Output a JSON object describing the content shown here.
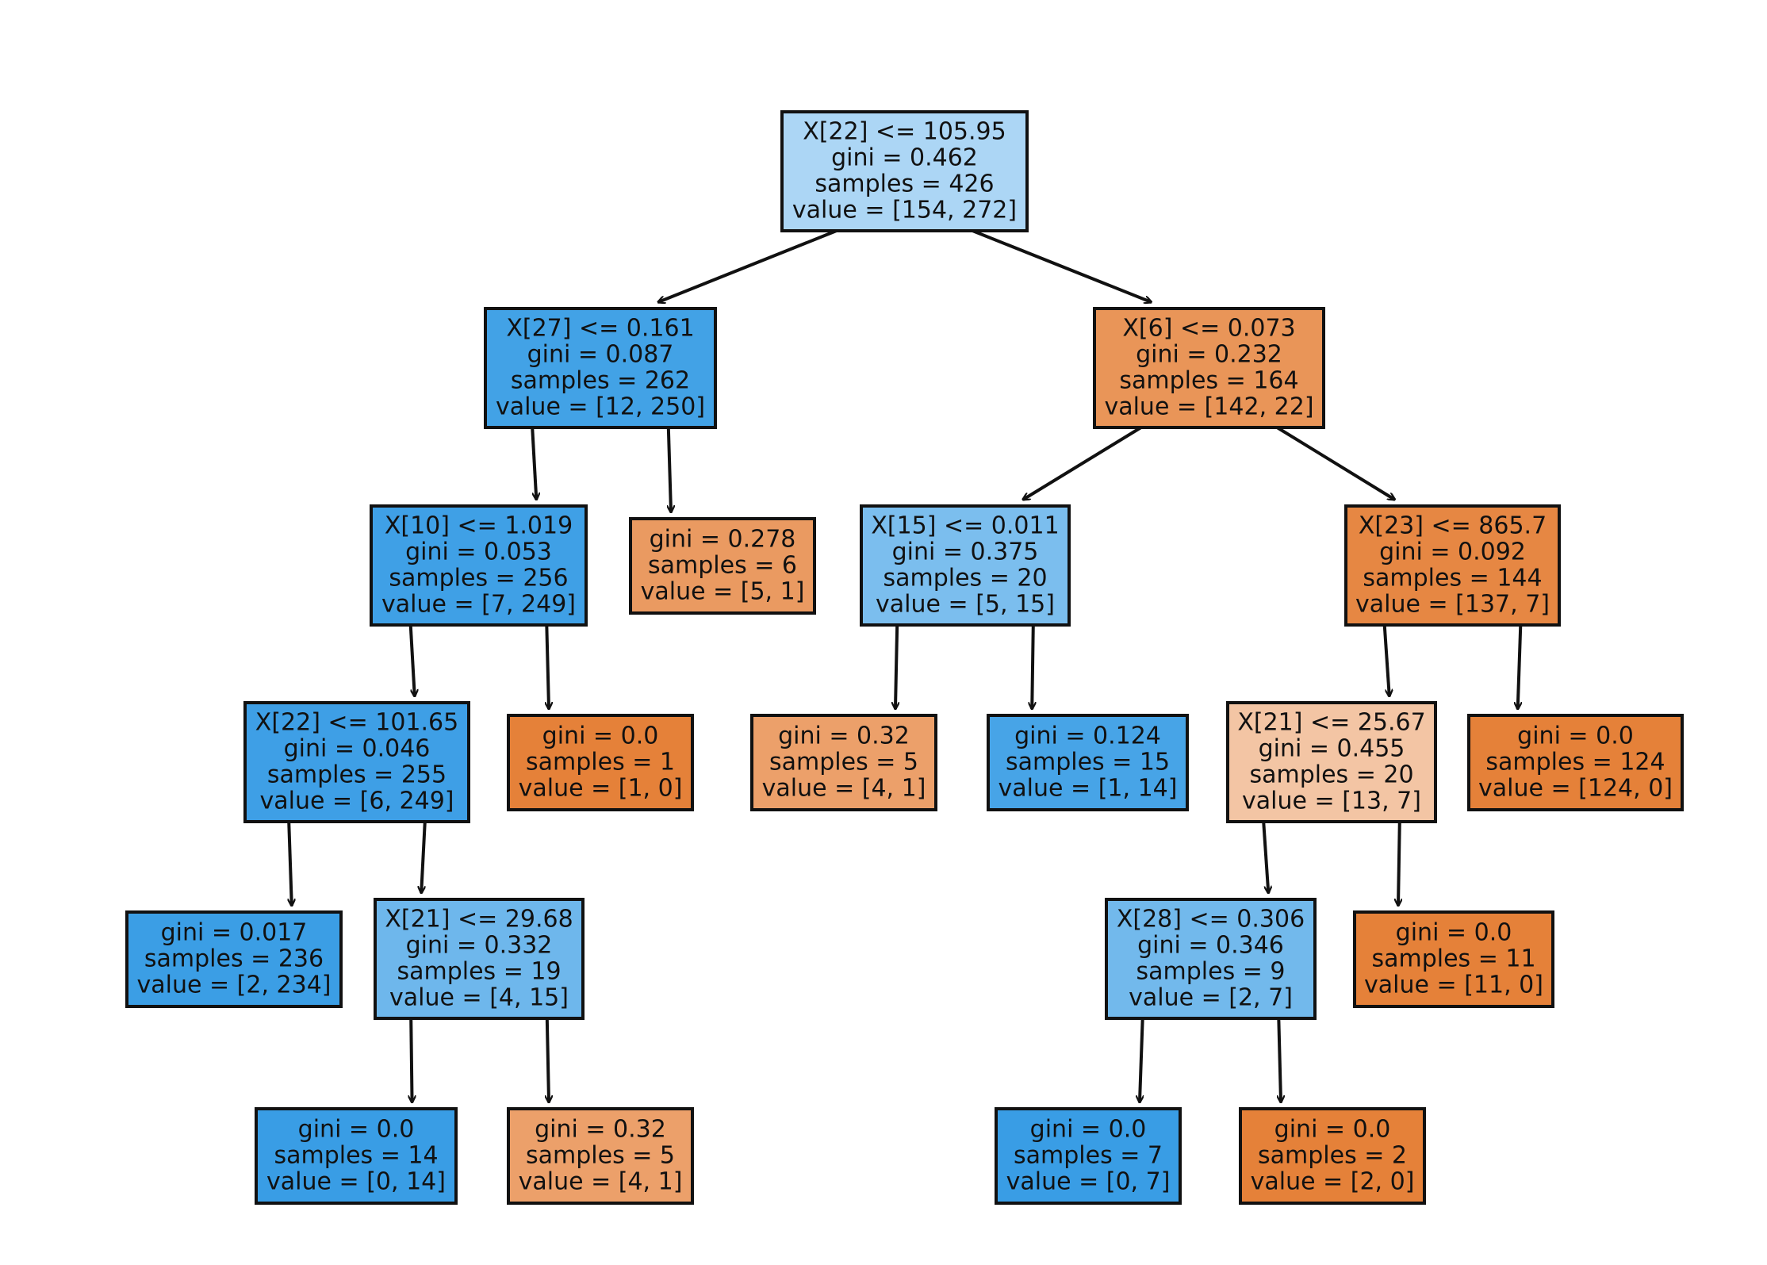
{
  "colors": {
    "class0_strong": "#e58139",
    "class1_strong": "#399de5",
    "border": "#111111"
  },
  "nodes": [
    {
      "id": "n0",
      "lines": [
        "X[22] <= 105.95",
        "gini = 0.462",
        "samples = 426",
        "value = [154, 272]"
      ],
      "fill": "#acd6f5"
    },
    {
      "id": "n1",
      "lines": [
        "X[27] <= 0.161",
        "gini = 0.087",
        "samples = 262",
        "value = [12, 250]"
      ],
      "fill": "#42a2e6"
    },
    {
      "id": "n2",
      "lines": [
        "X[6] <= 0.073",
        "gini = 0.232",
        "samples = 164",
        "value = [142, 22]"
      ],
      "fill": "#e99558"
    },
    {
      "id": "n3",
      "lines": [
        "X[10] <= 1.019",
        "gini = 0.053",
        "samples = 256",
        "value = [7, 249]"
      ],
      "fill": "#3fa0e6"
    },
    {
      "id": "n4",
      "lines": [
        "gini = 0.278",
        "samples = 6",
        "value = [5, 1]"
      ],
      "fill": "#ea9a61"
    },
    {
      "id": "n5",
      "lines": [
        "X[15] <= 0.011",
        "gini = 0.375",
        "samples = 20",
        "value = [5, 15]"
      ],
      "fill": "#7bbeee"
    },
    {
      "id": "n6",
      "lines": [
        "X[23] <= 865.7",
        "gini = 0.092",
        "samples = 144",
        "value = [137, 7]"
      ],
      "fill": "#e68743"
    },
    {
      "id": "n7",
      "lines": [
        "X[22] <= 101.65",
        "gini = 0.046",
        "samples = 255",
        "value = [6, 249]"
      ],
      "fill": "#3e9fe6"
    },
    {
      "id": "n8",
      "lines": [
        "gini = 0.0",
        "samples = 1",
        "value = [1, 0]"
      ],
      "fill": "#e58139"
    },
    {
      "id": "n9",
      "lines": [
        "gini = 0.32",
        "samples = 5",
        "value = [4, 1]"
      ],
      "fill": "#eca06a"
    },
    {
      "id": "n10",
      "lines": [
        "gini = 0.124",
        "samples = 15",
        "value = [1, 14]"
      ],
      "fill": "#47a4e7"
    },
    {
      "id": "n11",
      "lines": [
        "X[21] <= 25.67",
        "gini = 0.455",
        "samples = 20",
        "value = [13, 7]"
      ],
      "fill": "#f3c5a4"
    },
    {
      "id": "n12",
      "lines": [
        "gini = 0.0",
        "samples = 124",
        "value = [124, 0]"
      ],
      "fill": "#e58139"
    },
    {
      "id": "n13",
      "lines": [
        "gini = 0.017",
        "samples = 236",
        "value = [2, 234]"
      ],
      "fill": "#3b9ee5"
    },
    {
      "id": "n14",
      "lines": [
        "X[21] <= 29.68",
        "gini = 0.332",
        "samples = 19",
        "value = [4, 15]"
      ],
      "fill": "#6eb7ec"
    },
    {
      "id": "n15",
      "lines": [
        "X[28] <= 0.306",
        "gini = 0.346",
        "samples = 9",
        "value = [2, 7]"
      ],
      "fill": "#72b9ec"
    },
    {
      "id": "n16",
      "lines": [
        "gini = 0.0",
        "samples = 11",
        "value = [11, 0]"
      ],
      "fill": "#e58139"
    },
    {
      "id": "n17",
      "lines": [
        "gini = 0.0",
        "samples = 14",
        "value = [0, 14]"
      ],
      "fill": "#399de5"
    },
    {
      "id": "n18",
      "lines": [
        "gini = 0.32",
        "samples = 5",
        "value = [4, 1]"
      ],
      "fill": "#eca06a"
    },
    {
      "id": "n19",
      "lines": [
        "gini = 0.0",
        "samples = 7",
        "value = [0, 7]"
      ],
      "fill": "#399de5"
    },
    {
      "id": "n20",
      "lines": [
        "gini = 0.0",
        "samples = 2",
        "value = [2, 0]"
      ],
      "fill": "#e58139"
    }
  ],
  "edges": [
    [
      "n0",
      "n1"
    ],
    [
      "n0",
      "n2"
    ],
    [
      "n1",
      "n3"
    ],
    [
      "n1",
      "n4"
    ],
    [
      "n2",
      "n5"
    ],
    [
      "n2",
      "n6"
    ],
    [
      "n3",
      "n7"
    ],
    [
      "n3",
      "n8"
    ],
    [
      "n5",
      "n9"
    ],
    [
      "n5",
      "n10"
    ],
    [
      "n6",
      "n11"
    ],
    [
      "n6",
      "n12"
    ],
    [
      "n7",
      "n13"
    ],
    [
      "n7",
      "n14"
    ],
    [
      "n11",
      "n15"
    ],
    [
      "n11",
      "n16"
    ],
    [
      "n14",
      "n17"
    ],
    [
      "n14",
      "n18"
    ],
    [
      "n15",
      "n19"
    ],
    [
      "n15",
      "n20"
    ]
  ]
}
